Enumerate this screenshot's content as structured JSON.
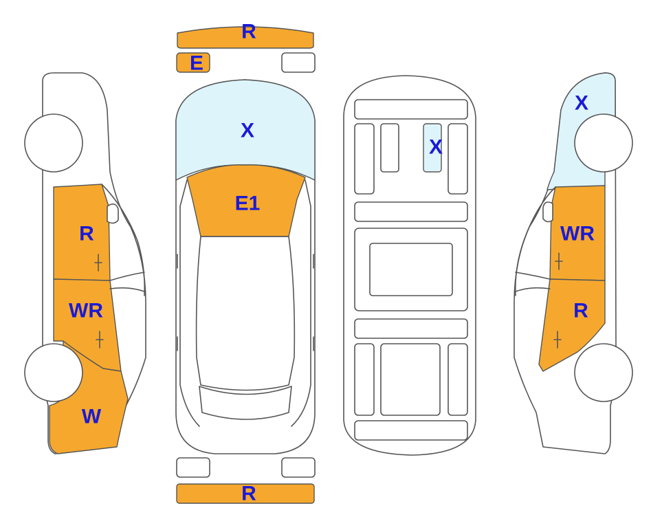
{
  "colors": {
    "damage_orange": "#f6a82e",
    "damage_blue": "#def4fb",
    "label_blue": "#1a1ad6",
    "outline": "#555555"
  },
  "legend_codes": {
    "front_bumper": "R",
    "front_left_light": "E",
    "hood": "X",
    "windshield": "E1",
    "rear_bumper": "R",
    "floor_panel": "X",
    "left_front_door": "R",
    "left_rear_door": "WR",
    "left_rear_quarter": "W",
    "right_front_fender": "X",
    "right_front_door": "WR",
    "right_rear_door": "R"
  }
}
